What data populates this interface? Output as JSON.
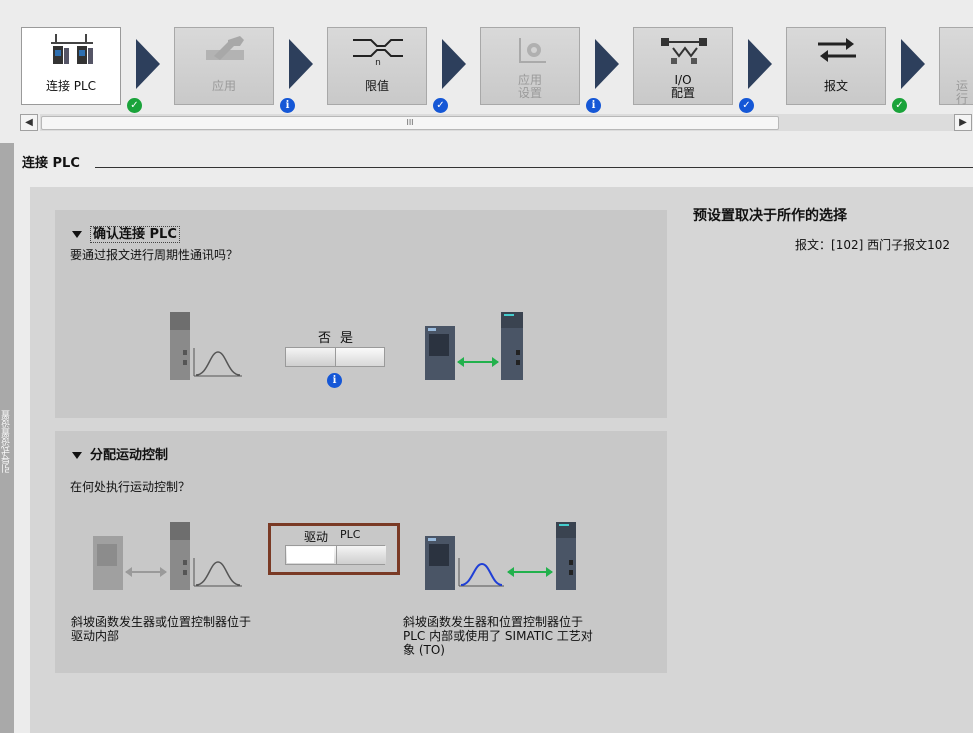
{
  "workflow": {
    "steps": [
      {
        "label": "连接 PLC",
        "state": "active",
        "status": "ok"
      },
      {
        "label": "应用",
        "state": "disabled",
        "status": "info"
      },
      {
        "label": "限值",
        "state": "normal",
        "status": "check"
      },
      {
        "label": "应用\n设置",
        "label_line1": "应用",
        "label_line2": "设置",
        "state": "disabled",
        "status": "info"
      },
      {
        "label_line1": "I/O",
        "label_line2": "配置",
        "state": "normal",
        "status": "check"
      },
      {
        "label": "报文",
        "state": "normal",
        "status": "ok"
      },
      {
        "label": "运行",
        "state": "normal"
      }
    ],
    "scroll_thumb_label": "III"
  },
  "page": {
    "title": "连接 PLC",
    "sidebar_text": "引导式设置设置"
  },
  "confirm_section": {
    "heading": "确认连接 PLC",
    "question": "要通过报文进行周期性通讯吗？",
    "toggle_no": "否",
    "toggle_yes": "是"
  },
  "motion_section": {
    "heading": "分配运动控制",
    "question": "在何处执行运动控制？",
    "toggle_left": "驱动",
    "toggle_right": "PLC",
    "desc_left_1": "斜坡函数发生器或位置控制器位于",
    "desc_left_2": "驱动内部",
    "desc_right_1": "斜坡函数发生器和位置控制器位于",
    "desc_right_2": "PLC 内部或使用了 SIMATIC 工艺对",
    "desc_right_3": "象 (TO)"
  },
  "preset": {
    "heading": "预设置取决于所作的选择",
    "telegram_label": "报文：",
    "telegram_value": "[102] 西门子报文102"
  },
  "colors": {
    "arrow": "#2d3f5c",
    "ok": "#1aa33a",
    "info": "#1557d6",
    "highlight_border": "#7a3a25",
    "link_arrow": "#22b14c",
    "curve_blue": "#1f3fd6"
  }
}
